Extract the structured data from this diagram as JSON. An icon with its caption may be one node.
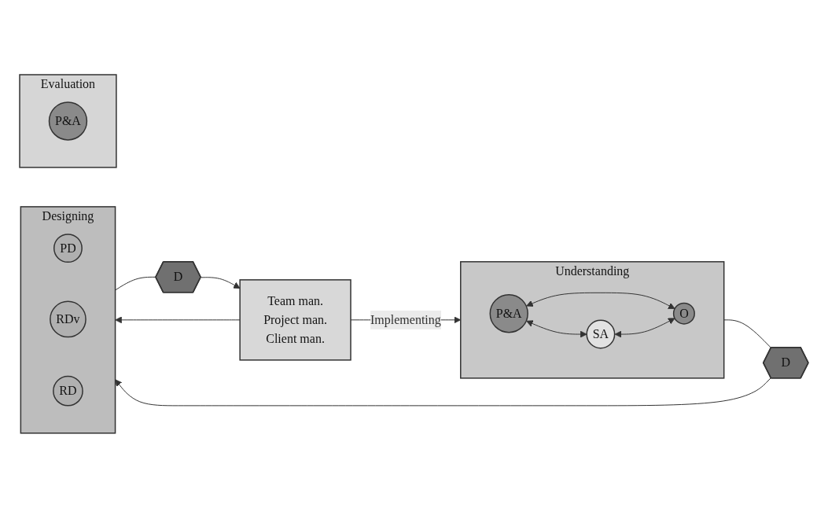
{
  "diagram": {
    "nodes": [
      {
        "text": [
          "Understanding"
        ]
      },
      {
        "text": [
          "P&A"
        ],
        "in": 0
      },
      {
        "text": [
          "SA"
        ],
        "in": 0
      },
      {
        "text": [
          "O"
        ],
        "in": 0
      },
      {
        "text": [
          "D"
        ]
      },
      {
        "text": [
          "Designing"
        ]
      },
      {
        "text": [
          "PD"
        ],
        "in": 5
      },
      {
        "text": [
          "RDv"
        ],
        "in": 5
      },
      {
        "text": [
          "RD"
        ],
        "in": 5
      },
      {
        "text": [
          "D"
        ]
      },
      {
        "text": [
          "Team man.",
          "Project man.",
          "Client man."
        ]
      },
      {
        "text": [
          "Evaluation"
        ]
      },
      {
        "text": [
          "P&A"
        ],
        "in": 11
      }
    ],
    "edges": [
      {
        "from": 1,
        "to": 2,
        "arrow": "both"
      },
      {
        "from": 1,
        "to": 3,
        "arrow": "both"
      },
      {
        "from": 2,
        "to": 3,
        "arrow": "both"
      },
      {
        "from": 0,
        "to": 4,
        "arrow": "none"
      },
      {
        "from": 4,
        "to": 5,
        "arrow": "to"
      },
      {
        "from": 5,
        "to": 9,
        "arrow": "none"
      },
      {
        "from": 9,
        "to": 10,
        "arrow": "to"
      },
      {
        "from": 10,
        "to": 0,
        "arrow": "to",
        "label": "Implementing"
      },
      {
        "from": 10,
        "to": 5,
        "arrow": "to"
      }
    ]
  }
}
